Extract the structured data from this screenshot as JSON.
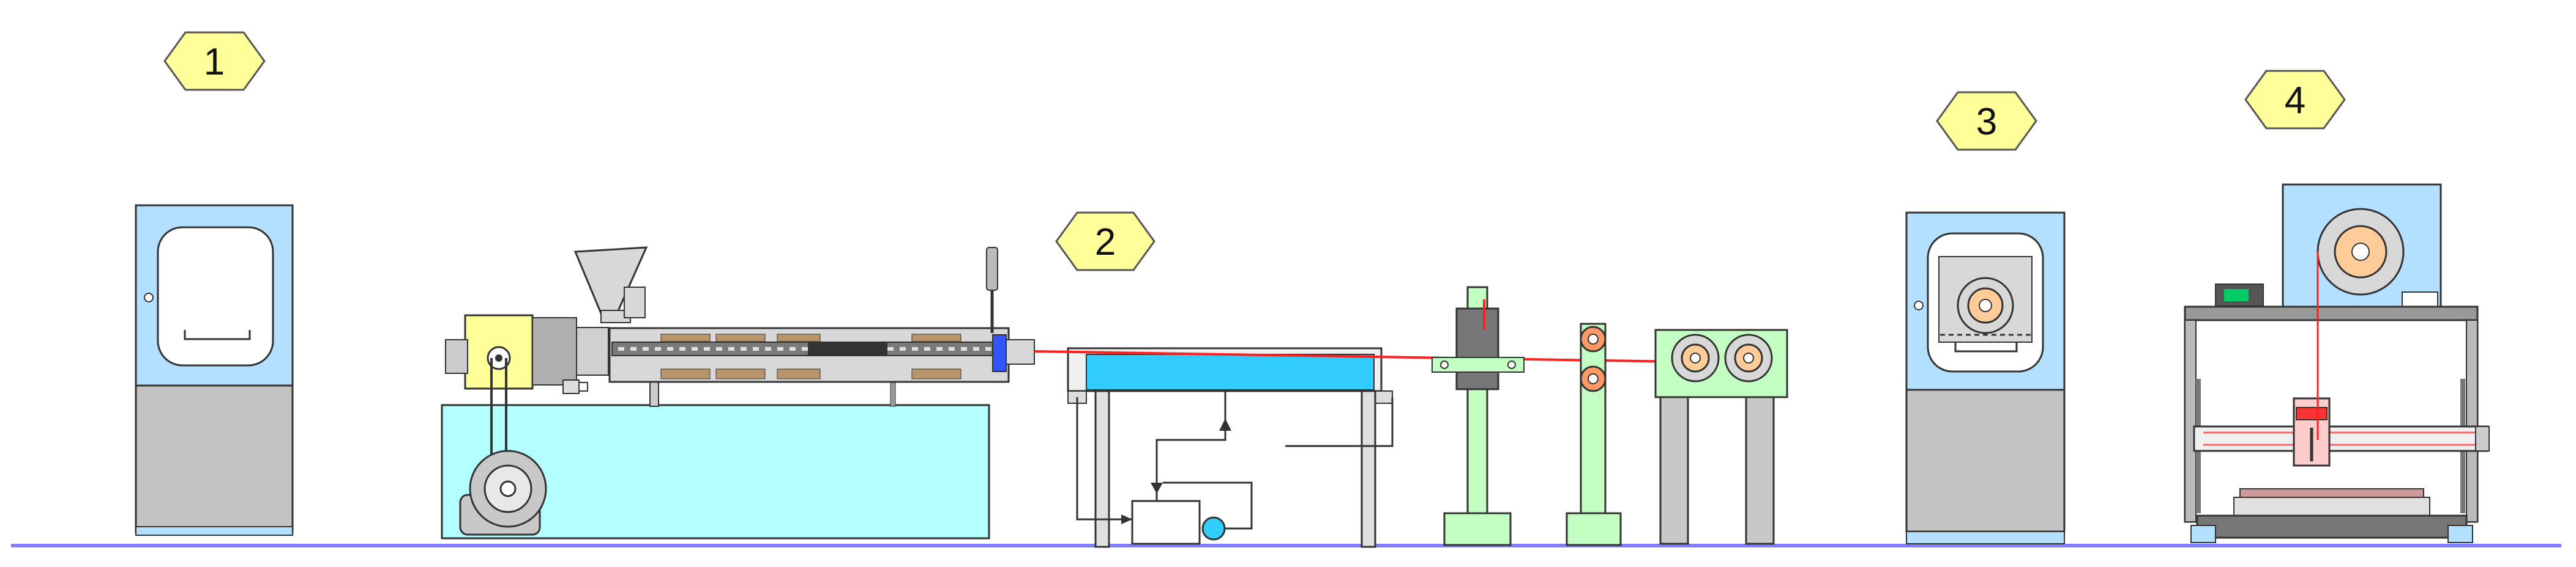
{
  "stations": [
    {
      "label": "1"
    },
    {
      "label": "2"
    },
    {
      "label": "3"
    },
    {
      "label": "4"
    }
  ],
  "colors": {
    "badge": "#ffff99",
    "cabinet_panel": "#b3e0ff",
    "cabinet_base": "#c3c3c3",
    "extruder_base": "#b3ffff",
    "water_bath": "#33ccff",
    "green_parts": "#c3ffc3",
    "filament": "#ff2020",
    "motor_housing": "#ffff99",
    "gauge_display": "#00cc66",
    "floor_line": "#8080ff"
  }
}
